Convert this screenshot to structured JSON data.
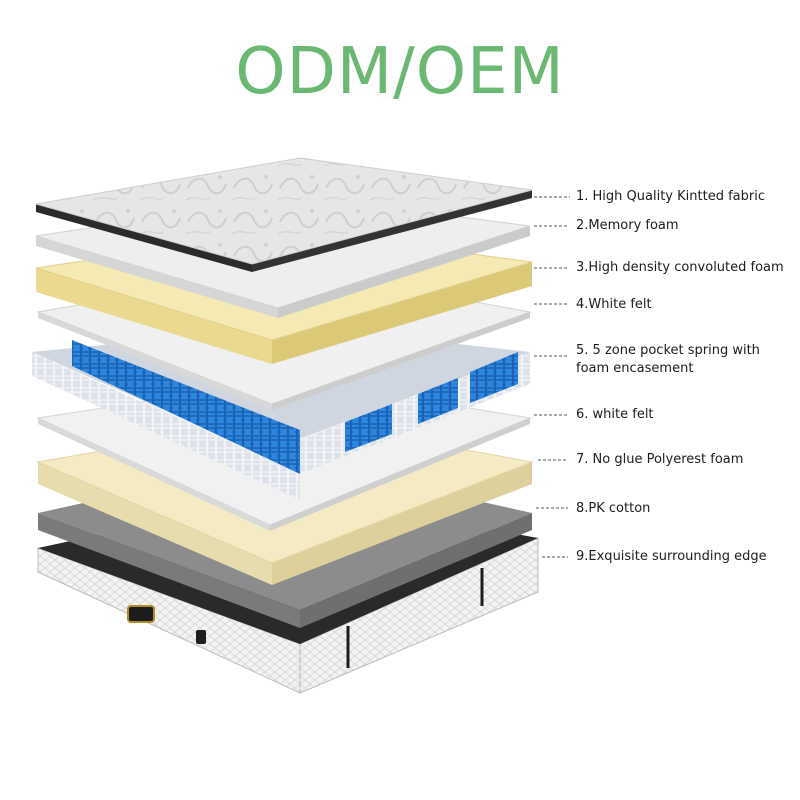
{
  "title": "ODM/OEM",
  "title_color": "#6ab872",
  "layers": [
    {
      "label": "1. High Quality Kintted fabric"
    },
    {
      "label": "2.Memory foam"
    },
    {
      "label": "3.High density convoluted foam"
    },
    {
      "label": " 4.White felt"
    },
    {
      "label": " 5. 5 zone pocket spring with\nfoam encasement"
    },
    {
      "label": "6. white felt"
    },
    {
      "label": "7. No glue Polyerest foam"
    },
    {
      "label": "8.PK cotton"
    },
    {
      "label": "9.Exquisite surrounding edge"
    }
  ],
  "colors": {
    "fabric": "#e4e4e4",
    "felt": "#f0f0f0",
    "foam": "#f3e8b9",
    "foam_side": "#e2d29a",
    "spring_white": "#e6e9ee",
    "spring_blue": "#1f72c8",
    "pk_cotton": "#8c8c8c",
    "base_top": "#2a2a2a",
    "base_side": "#f2f2f2"
  }
}
